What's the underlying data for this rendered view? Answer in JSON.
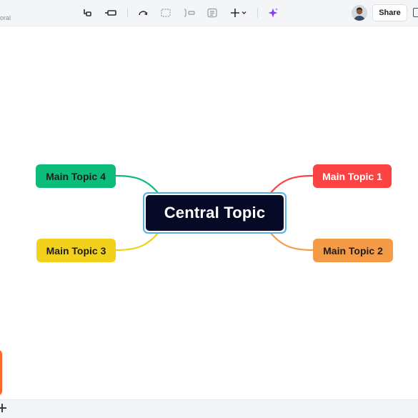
{
  "toolbar": {
    "breadcrumb": "oral",
    "tools": [
      {
        "name": "add-subtopic-icon",
        "label": ""
      },
      {
        "name": "add-floating-topic-icon",
        "label": ""
      },
      {
        "name": "relationship-icon",
        "label": ""
      },
      {
        "name": "boundary-icon",
        "label": ""
      },
      {
        "name": "summary-icon",
        "label": ""
      },
      {
        "name": "note-icon",
        "label": ""
      },
      {
        "name": "insert-plus-icon",
        "label": ""
      },
      {
        "name": "ai-sparkle-icon",
        "label": ""
      }
    ],
    "share_label": "Share"
  },
  "mindmap": {
    "central": "Central Topic",
    "topics": [
      {
        "id": "t1",
        "label": "Main Topic 1",
        "color": "#fb4343"
      },
      {
        "id": "t2",
        "label": "Main Topic 2",
        "color": "#f59a46"
      },
      {
        "id": "t3",
        "label": "Main Topic 3",
        "color": "#f2d11c"
      },
      {
        "id": "t4",
        "label": "Main Topic 4",
        "color": "#0cbc7a"
      }
    ],
    "central_color": "#070a27",
    "selection_color": "#5aaee0"
  }
}
